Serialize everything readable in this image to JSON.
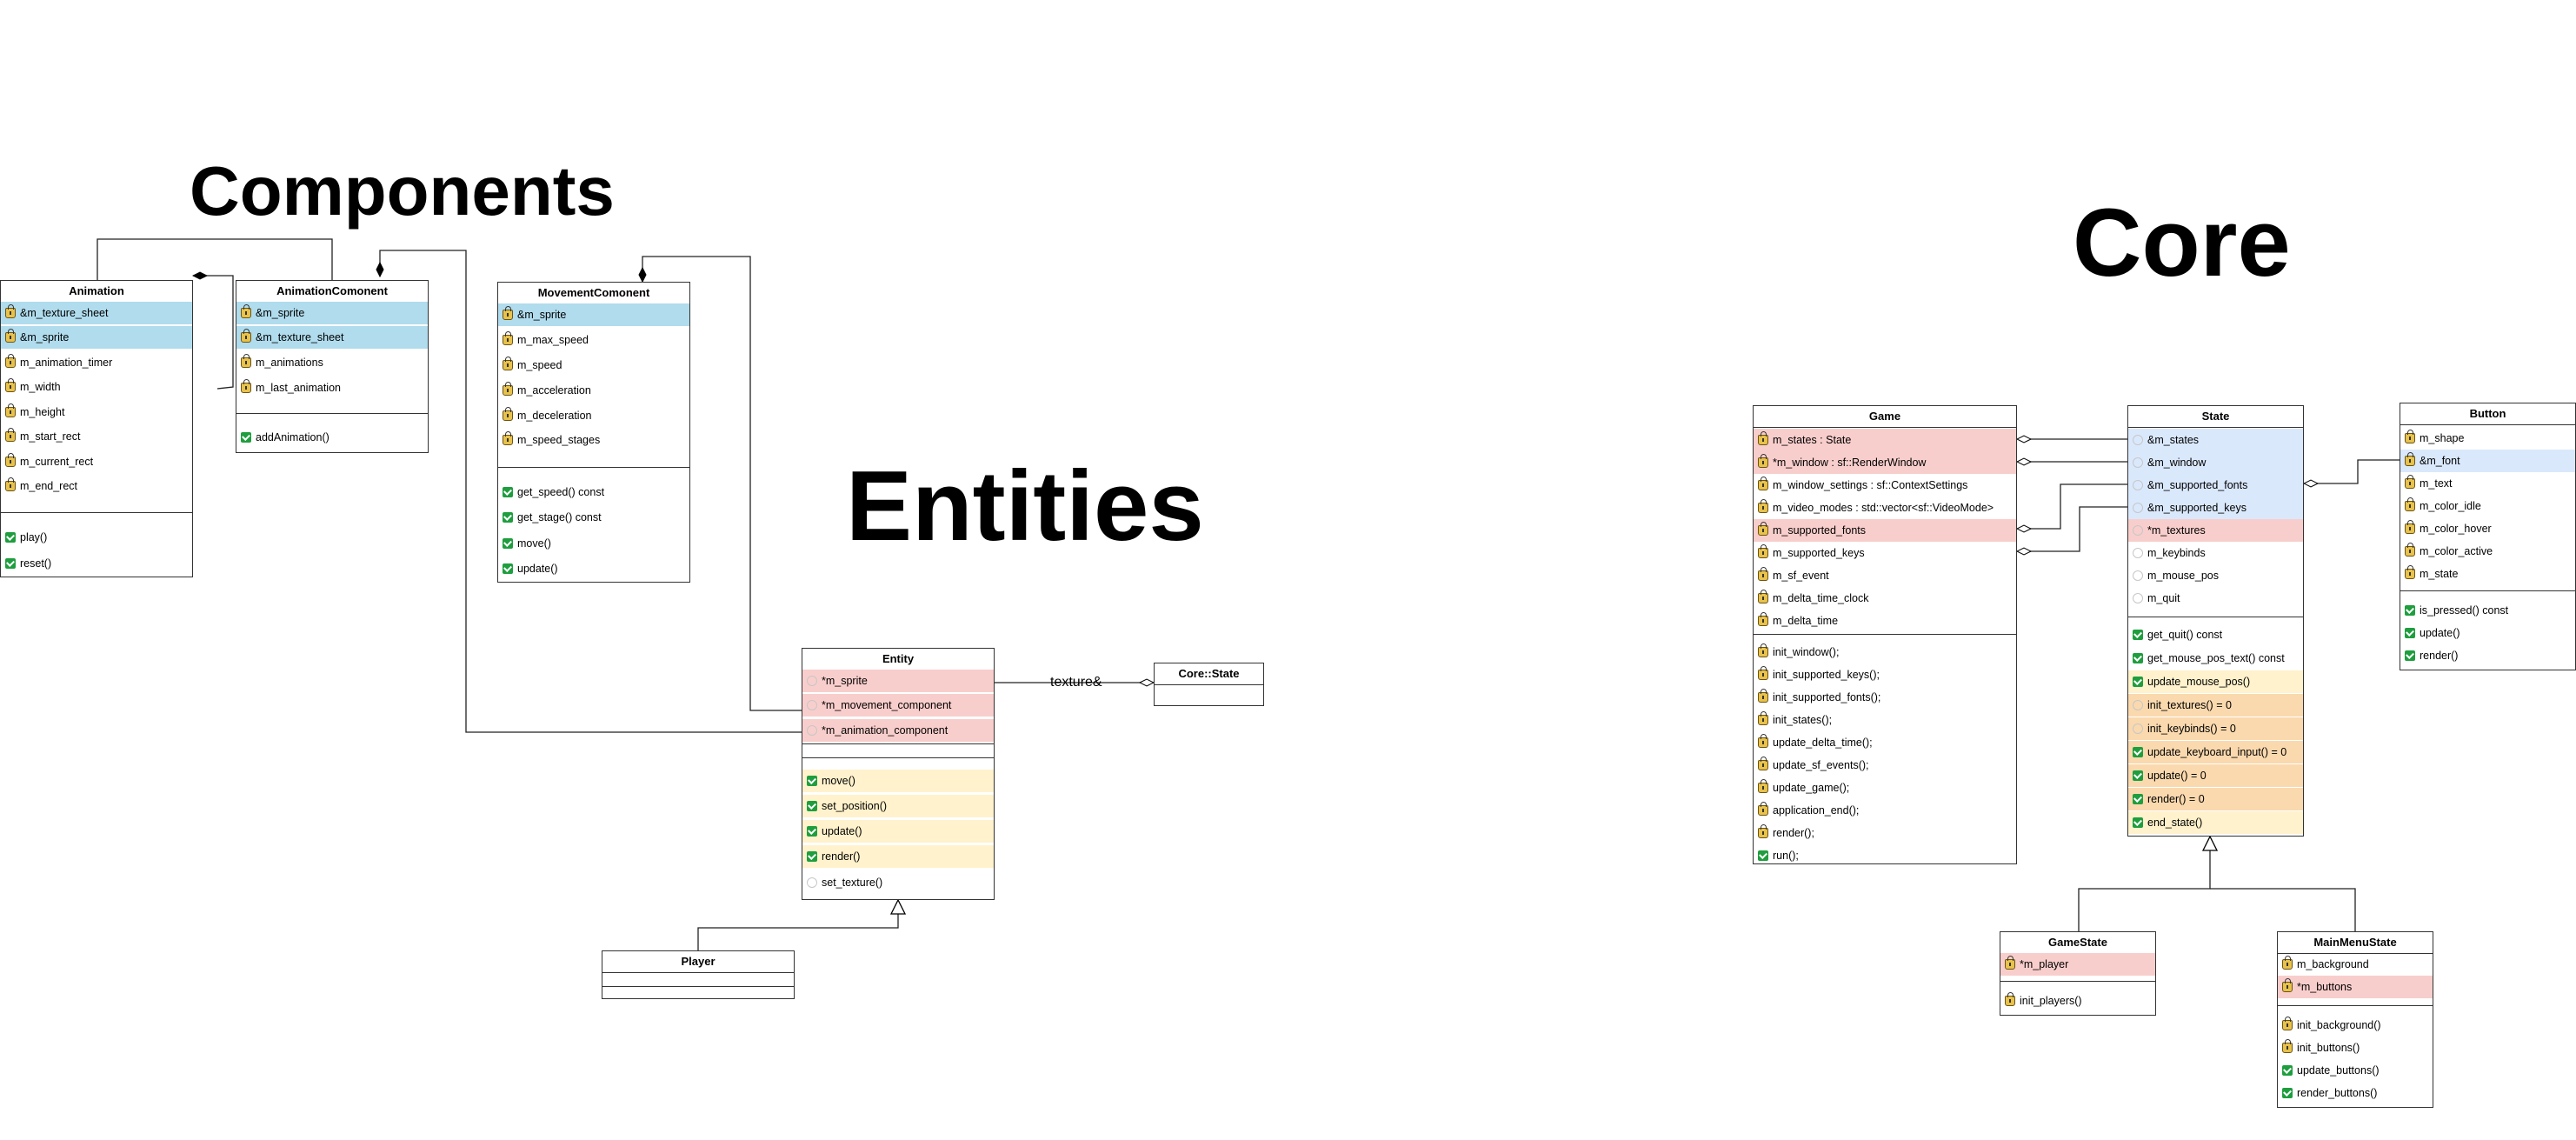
{
  "titles": {
    "components": "Components",
    "entities": "Entities",
    "core": "Core"
  },
  "connector_labels": {
    "texture": "texture&"
  },
  "colors": {
    "reference_member": "#b0dced",
    "state_reference_member": "#dae8fc",
    "pointer_member": "#f8cecc",
    "pure_virtual_method": "#fad9ae",
    "virtual_method": "#fff2cc"
  },
  "icons": {
    "private": "lock-icon",
    "public": "check-icon",
    "protected": "ring-icon"
  },
  "classes": {
    "animation": {
      "name": "Animation",
      "attributes": [
        "&m_texture_sheet",
        "&m_sprite",
        "m_animation_timer",
        "m_width",
        "m_height",
        "m_start_rect",
        "m_current_rect",
        "m_end_rect"
      ],
      "methods": [
        "play()",
        "reset()"
      ]
    },
    "animation_component": {
      "name": "AnimationComonent",
      "attributes": [
        "&m_sprite",
        "&m_texture_sheet",
        "m_animations",
        "m_last_animation"
      ],
      "methods": [
        "addAnimation()"
      ]
    },
    "movement_component": {
      "name": "MovementComonent",
      "attributes": [
        "&m_sprite",
        "m_max_speed",
        "m_speed",
        "m_acceleration",
        "m_deceleration",
        "m_speed_stages"
      ],
      "methods": [
        "get_speed() const",
        "get_stage() const",
        "move()",
        "update()"
      ]
    },
    "entity": {
      "name": "Entity",
      "attributes": [
        "*m_sprite",
        "*m_movement_component",
        "*m_animation_component"
      ],
      "methods": [
        "move()",
        "set_position()",
        "update()",
        "render()",
        "set_texture()"
      ]
    },
    "core_state": {
      "name": "Core::State"
    },
    "player": {
      "name": "Player"
    },
    "game": {
      "name": "Game",
      "attributes": [
        "m_states : State",
        "*m_window : sf::RenderWindow",
        "m_window_settings : sf::ContextSettings",
        "m_video_modes : std::vector<sf::VideoMode>",
        "m_supported_fonts",
        "m_supported_keys",
        "m_sf_event",
        "m_delta_time_clock",
        "m_delta_time"
      ],
      "methods": [
        "init_window();",
        "init_supported_keys();",
        "init_supported_fonts();",
        "init_states();",
        "update_delta_time();",
        "update_sf_events();",
        "update_game();",
        "application_end();",
        "render();",
        "run();"
      ]
    },
    "state": {
      "name": "State",
      "attributes": [
        "&m_states",
        "&m_window",
        "&m_supported_fonts",
        "&m_supported_keys",
        "*m_textures",
        "m_keybinds",
        "m_mouse_pos",
        "m_quit"
      ],
      "methods": [
        "get_quit() const",
        "get_mouse_pos_text() const",
        "update_mouse_pos()",
        "init_textures() = 0",
        "init_keybinds() = 0",
        "update_keyboard_input() = 0",
        "update() = 0",
        "render() = 0",
        "end_state()"
      ]
    },
    "button": {
      "name": "Button",
      "attributes": [
        "m_shape",
        "&m_font",
        "m_text",
        "m_color_idle",
        "m_color_hover",
        "m_color_active",
        "m_state"
      ],
      "methods": [
        "is_pressed() const",
        "update()",
        "render()"
      ]
    },
    "game_state": {
      "name": "GameState",
      "attributes": [
        "*m_player"
      ],
      "methods": [
        "init_players()"
      ]
    },
    "main_menu_state": {
      "name": "MainMenuState",
      "attributes": [
        "m_background",
        "*m_buttons"
      ],
      "methods": [
        "init_background()",
        "init_buttons()",
        "update_buttons()",
        "render_buttons()"
      ]
    }
  }
}
